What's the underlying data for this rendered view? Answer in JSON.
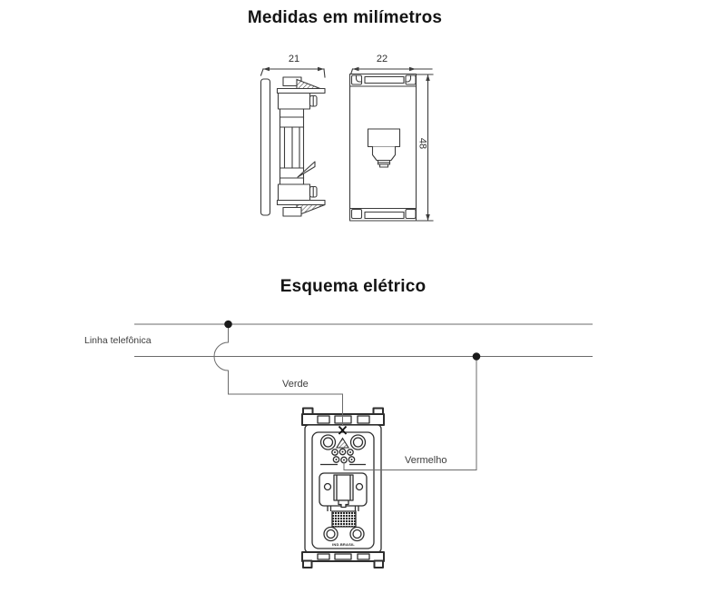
{
  "colors": {
    "background": "#ffffff",
    "line_art": "#3c3c3c",
    "device_line": "#2e2e2e",
    "wire": "#6b6b6b",
    "title_text": "#141414",
    "label_text": "#3d3d3d"
  },
  "dimensions_section": {
    "title": "Medidas em milímetros",
    "side_view": {
      "width_label": "21"
    },
    "front_view": {
      "width_label": "22",
      "height_label": "48"
    }
  },
  "schematic_section": {
    "title": "Esquema elétrico",
    "phone_line_label": "Linha telefônica",
    "green_wire_label": "Verde",
    "red_wire_label": "Vermelho",
    "device_marking": "IND.BRASIL"
  }
}
